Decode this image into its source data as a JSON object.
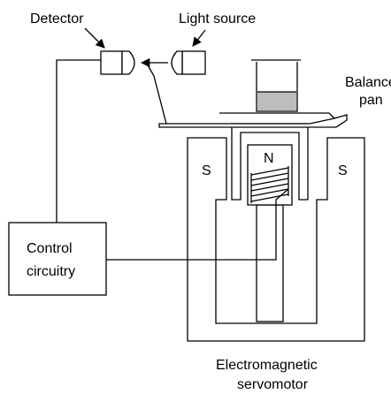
{
  "labels": {
    "detector": "Detector",
    "light_source": "Light source",
    "balance_pan": [
      "Balance",
      "pan"
    ],
    "control_circuitry": [
      "Control",
      "circuitry"
    ],
    "servomotor": [
      "Electromagnetic",
      "servomotor"
    ],
    "pole_left": "S",
    "pole_north": "N",
    "pole_right": "S"
  },
  "colors": {
    "line": "#000000",
    "liquid": "#bdbdbd",
    "background": "#ffffff"
  }
}
